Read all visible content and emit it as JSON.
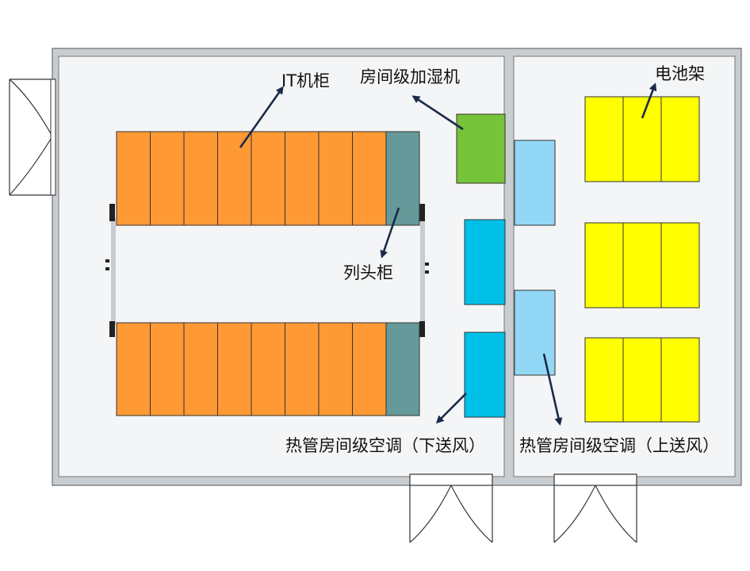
{
  "labels": {
    "it_cabinet": "IT机柜",
    "room_humidifier": "房间级加湿机",
    "battery_rack": "电池架",
    "column_head_cabinet": "列头柜",
    "ac_down_flow": "热管房间级空调（下送风）",
    "ac_up_flow": "热管房间级空调（上送风）"
  },
  "colors": {
    "it_cabinet": "#FF9933",
    "column_head_cabinet": "#669999",
    "humidifier": "#77C43A",
    "ac_down_flow": "#00C0E8",
    "ac_up_flow": "#92D8F6",
    "battery_rack": "#FFFF00",
    "wall": "#C8CDD1",
    "floor": "#F4F5F6",
    "arrow": "#1B2A4A"
  },
  "counts": {
    "it_cabinets_per_row": 8,
    "cabinet_rows": 2,
    "battery_racks": 3,
    "battery_units_per_rack": 3
  }
}
